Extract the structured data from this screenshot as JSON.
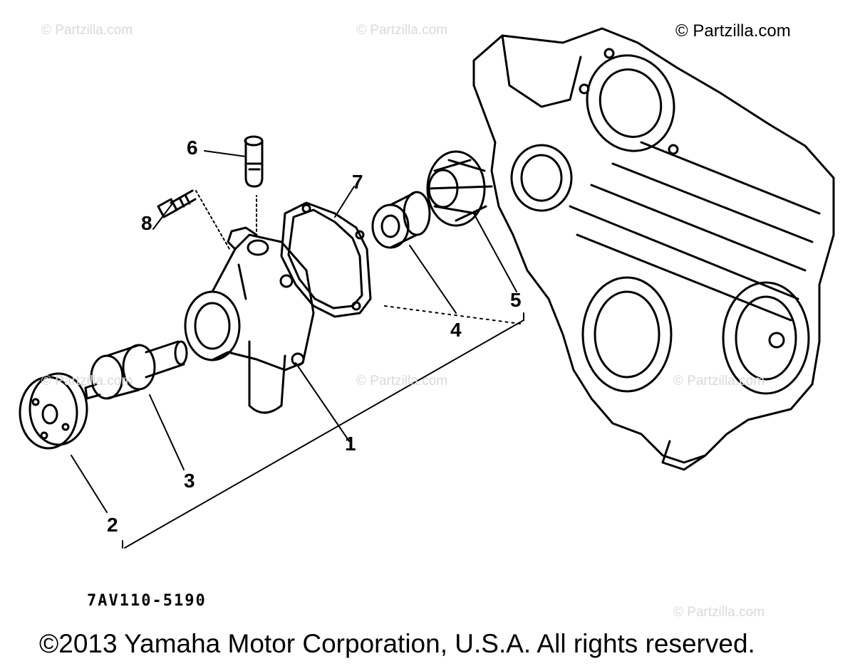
{
  "watermarks": {
    "top_right": "© Partzilla.com",
    "faint": [
      "© Partzilla.com",
      "© Partzilla.com",
      "© Partzilla.com",
      "© Partzilla.com",
      "© Partzilla.com",
      "© Partzilla.com"
    ]
  },
  "callouts": [
    "1",
    "2",
    "3",
    "4",
    "5",
    "6",
    "7",
    "8"
  ],
  "diagram_code": "7AV110-5190",
  "copyright": "©2013 Yamaha Motor Corporation, U.S.A. All rights reserved."
}
